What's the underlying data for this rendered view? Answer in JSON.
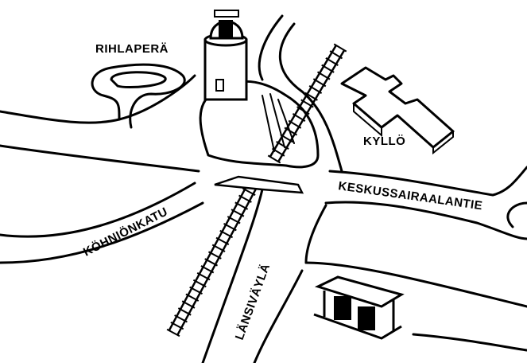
{
  "map": {
    "labels": {
      "rihlapera": "RIHLAPERÄ",
      "kyllo": "KYLLÖ",
      "keskussairaalantie": "KESKUSSAIRAALANTIE",
      "kohnionkatu": "KÖHNIÖNKATU",
      "lansivayla": "LÄNSIVÄYLÄ"
    },
    "colors": {
      "ink": "#000000",
      "paper": "#ffffff"
    }
  }
}
